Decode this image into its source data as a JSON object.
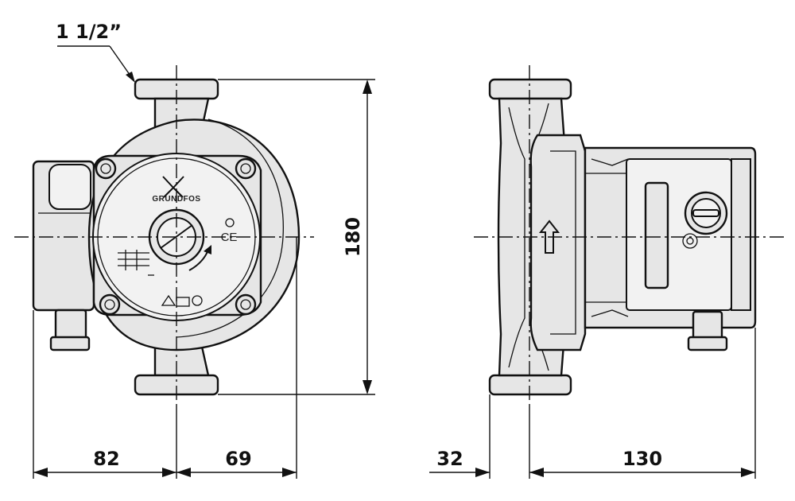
{
  "dimensions": {
    "thread_size": "1 1/2”",
    "height": "180",
    "left_width": "82",
    "right_width": "69",
    "side_offset": "32",
    "side_length": "130"
  },
  "labels": {
    "brand": "GRUNDFOS",
    "ce_mark": "CE"
  },
  "colors": {
    "line": "#111111",
    "body_fill": "#e6e6e6",
    "background": "#ffffff"
  }
}
